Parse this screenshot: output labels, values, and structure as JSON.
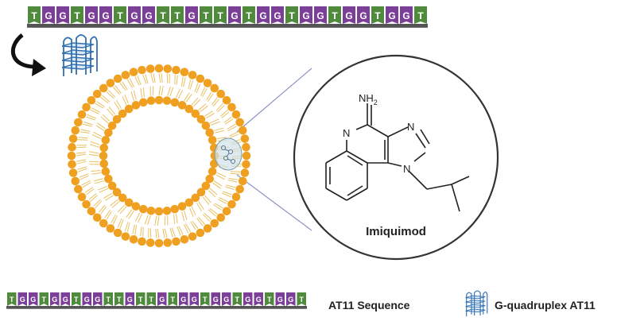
{
  "sequence": {
    "bases": [
      "T",
      "G",
      "G",
      "T",
      "G",
      "G",
      "T",
      "G",
      "G",
      "T",
      "T",
      "G",
      "T",
      "T",
      "G",
      "T",
      "G",
      "G",
      "T",
      "G",
      "G",
      "T",
      "G",
      "G",
      "T",
      "G",
      "G",
      "T"
    ],
    "colors": {
      "T": "#4f8a3d",
      "G": "#7b3f98",
      "backbone": "#555555"
    }
  },
  "molecule": {
    "name": "Imiquimod",
    "atoms": {
      "amine": "NH",
      "amine_sub": "2",
      "ring_n_top": "N",
      "ring_n_imid": "N",
      "ring_n_sub": "N"
    }
  },
  "legend": {
    "sequence_label": "AT11 Sequence",
    "quadruplex_label": "G-quadruplex AT11"
  },
  "colors": {
    "lipid_head": "#f0a020",
    "lipid_tail": "#e8c060",
    "quadruplex": "#2f6fb0",
    "circle_stroke": "#333333",
    "zoom_lines": "#8a93c8",
    "highlight": "#cfe3ea"
  }
}
